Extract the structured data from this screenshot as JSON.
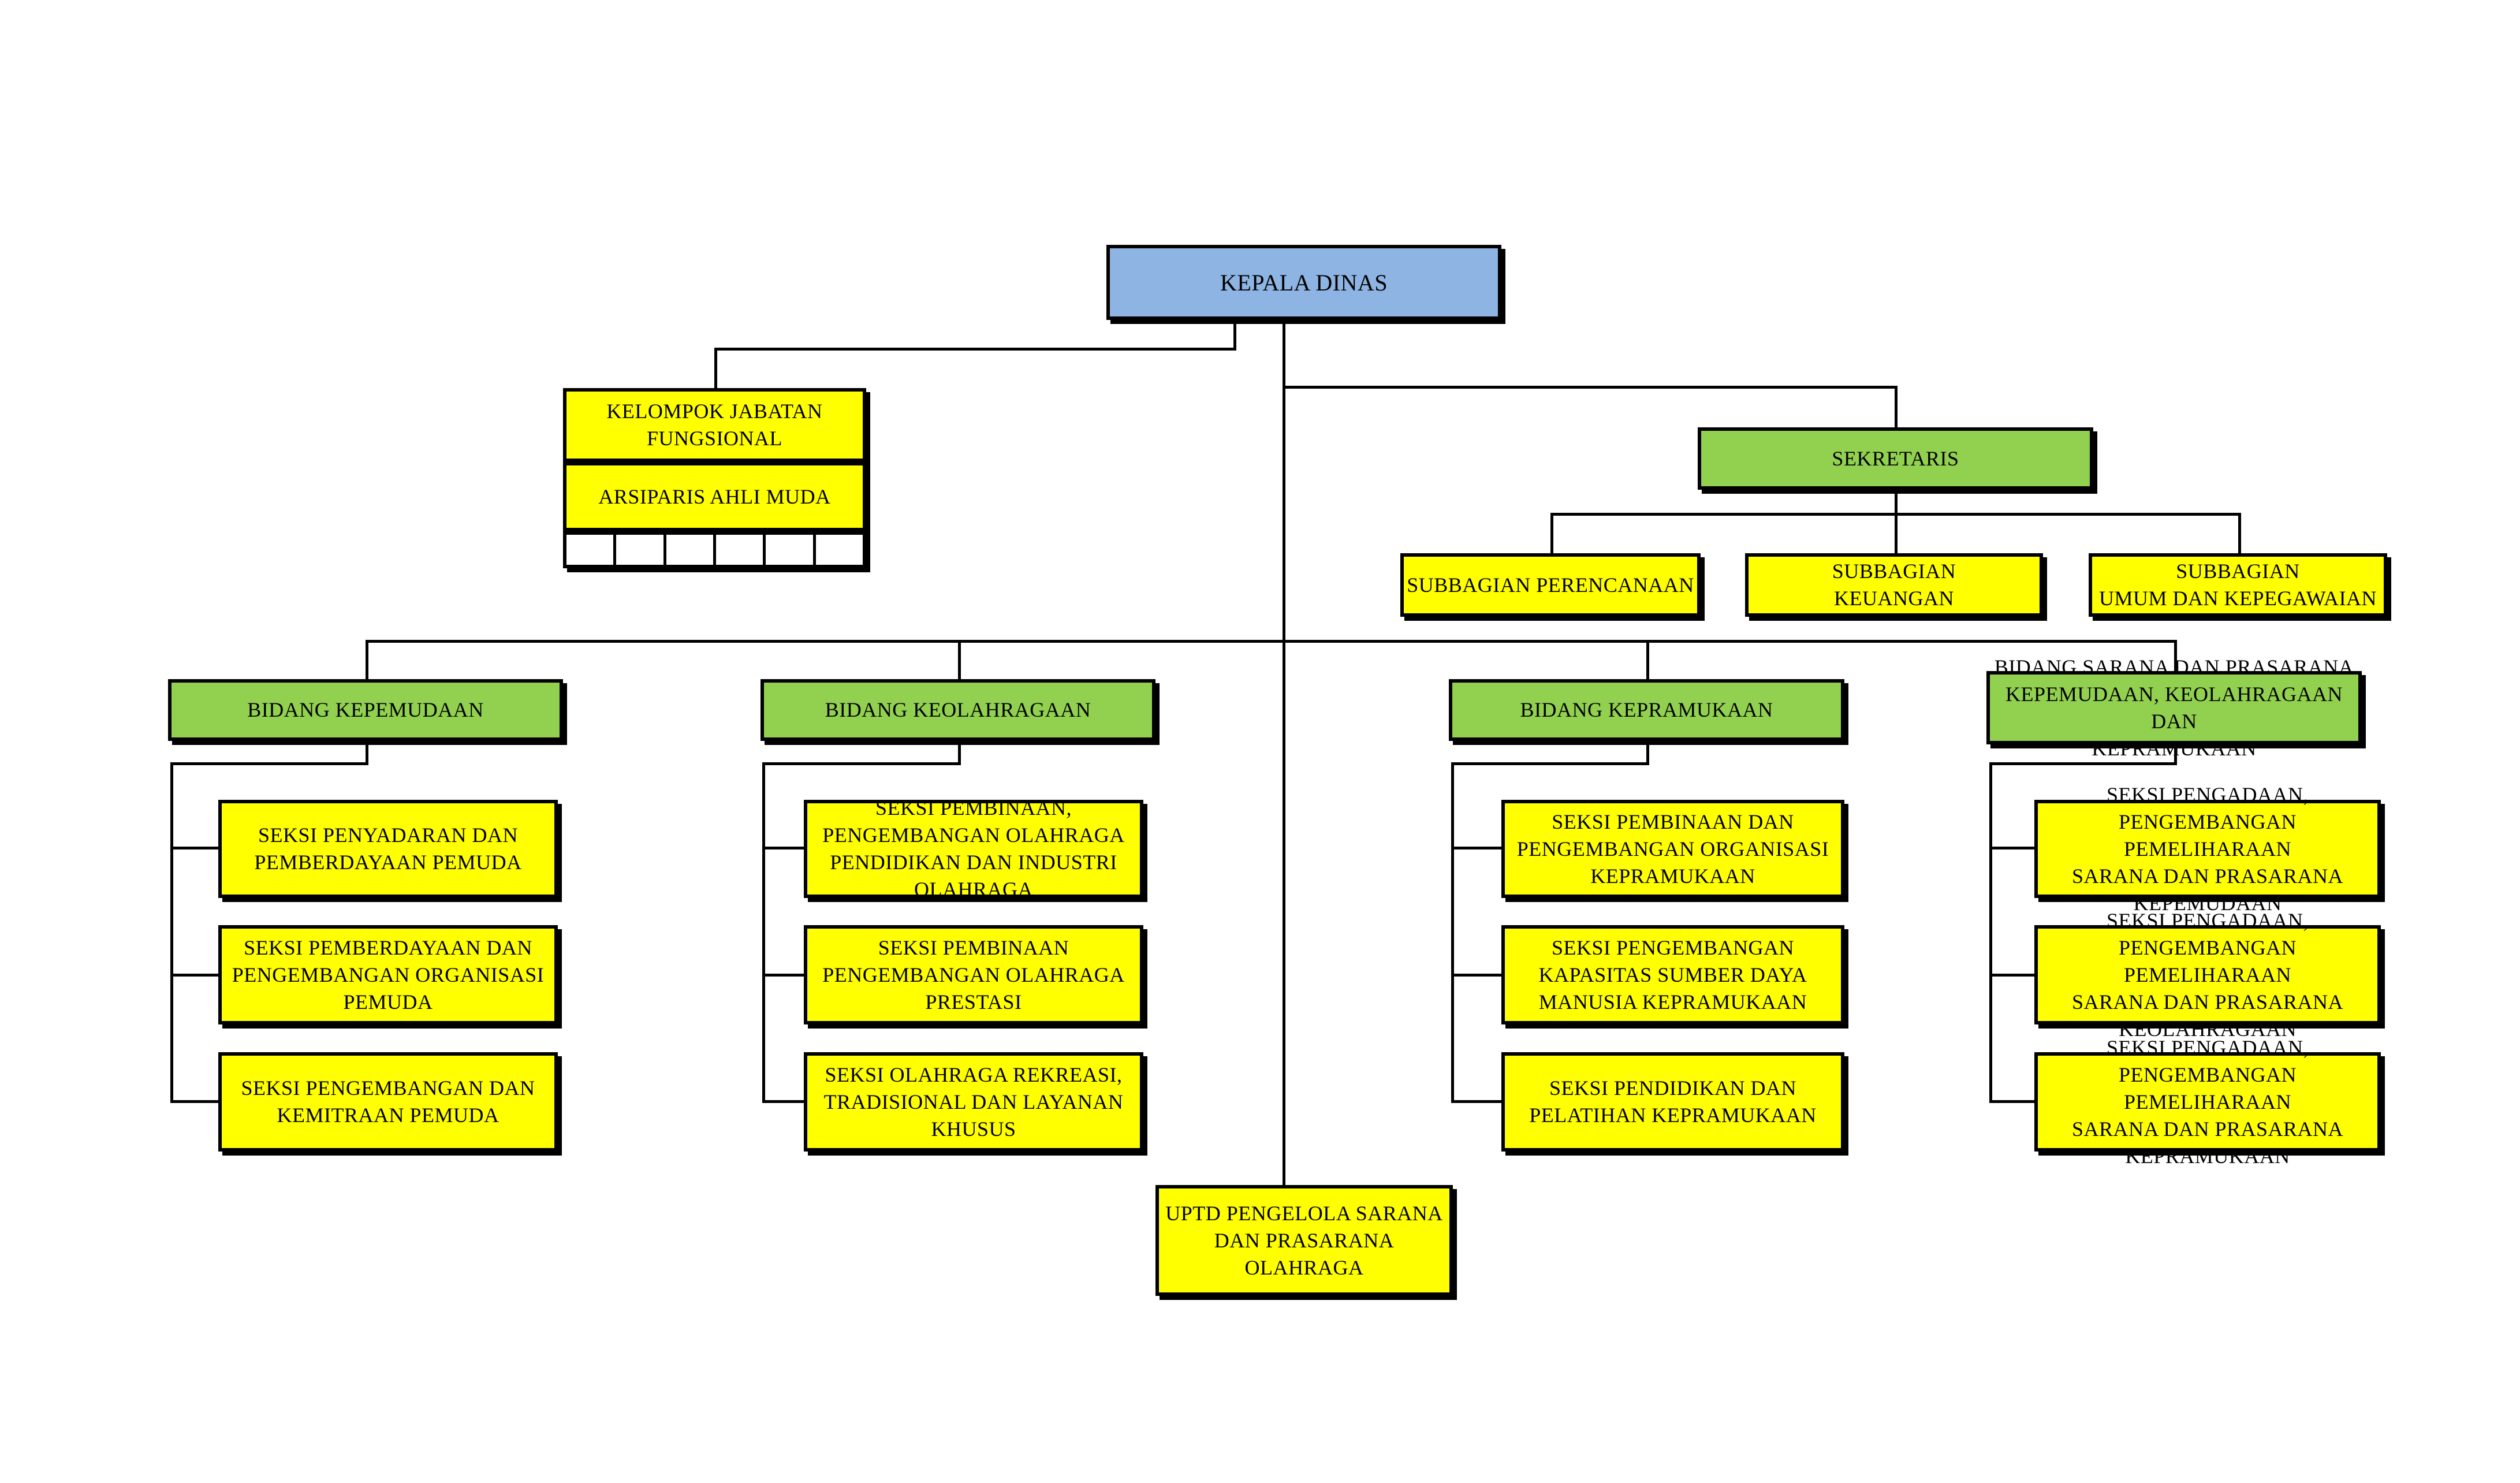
{
  "palette": {
    "top_node_fill": "#8db4e2",
    "mid_node_fill": "#92d050",
    "leaf_node_fill": "#ffff00",
    "line_color": "#000000",
    "background": "#ffffff"
  },
  "org": {
    "kepala_dinas": {
      "label": "KEPALA DINAS"
    },
    "functional_group": {
      "title": "KELOMPOK JABATAN\nFUNGSIONAL",
      "member": "ARSIPARIS AHLI MUDA",
      "empty_cell_count": 6
    },
    "sekretaris": {
      "label": "SEKRETARIS"
    },
    "subbagian": [
      {
        "label": "SUBBAGIAN PERENCANAAN"
      },
      {
        "label": "SUBBAGIAN\nKEUANGAN"
      },
      {
        "label": "SUBBAGIAN\nUMUM DAN KEPEGAWAIAN"
      }
    ],
    "bidang": [
      {
        "label": "BIDANG KEPEMUDAAN",
        "seksi": [
          "SEKSI PENYADARAN DAN\nPEMBERDAYAAN PEMUDA",
          "SEKSI PEMBERDAYAAN DAN\nPENGEMBANGAN ORGANISASI\nPEMUDA",
          "SEKSI PENGEMBANGAN DAN\nKEMITRAAN PEMUDA"
        ]
      },
      {
        "label": "BIDANG KEOLAHRAGAAN",
        "seksi": [
          "SEKSI PEMBINAAN,\nPENGEMBANGAN OLAHRAGA\nPENDIDIKAN DAN INDUSTRI\nOLAHRAGA",
          "SEKSI PEMBINAAN\nPENGEMBANGAN OLAHRAGA\nPRESTASI",
          "SEKSI OLAHRAGA REKREASI,\nTRADISIONAL DAN LAYANAN\nKHUSUS"
        ]
      },
      {
        "label": "BIDANG KEPRAMUKAAN",
        "seksi": [
          "SEKSI PEMBINAAN DAN\nPENGEMBANGAN ORGANISASI\nKEPRAMUKAAN",
          "SEKSI PENGEMBANGAN\nKAPASITAS SUMBER DAYA\nMANUSIA KEPRAMUKAAN",
          "SEKSI PENDIDIKAN DAN\nPELATIHAN KEPRAMUKAAN"
        ]
      },
      {
        "label": "BIDANG SARANA DAN PRASARANA\nKEPEMUDAAN, KEOLAHRAGAAN DAN\nKEPRAMUKAAN",
        "seksi": [
          "SEKSI PENGADAAN,\nPENGEMBANGAN PEMELIHARAAN\nSARANA DAN PRASARANA\nKEPEMUDAAN",
          "SEKSI PENGADAAN,\nPENGEMBANGAN PEMELIHARAAN\nSARANA DAN PRASARANA\nKEOLAHRAGAAN",
          "SEKSI PENGADAAN,\nPENGEMBANGAN PEMELIHARAAN\nSARANA DAN PRASARANA\nKEPRAMUKAAN"
        ]
      }
    ],
    "uptd": {
      "label": "UPTD PENGELOLA SARANA\nDAN PRASARANA OLAHRAGA"
    }
  }
}
